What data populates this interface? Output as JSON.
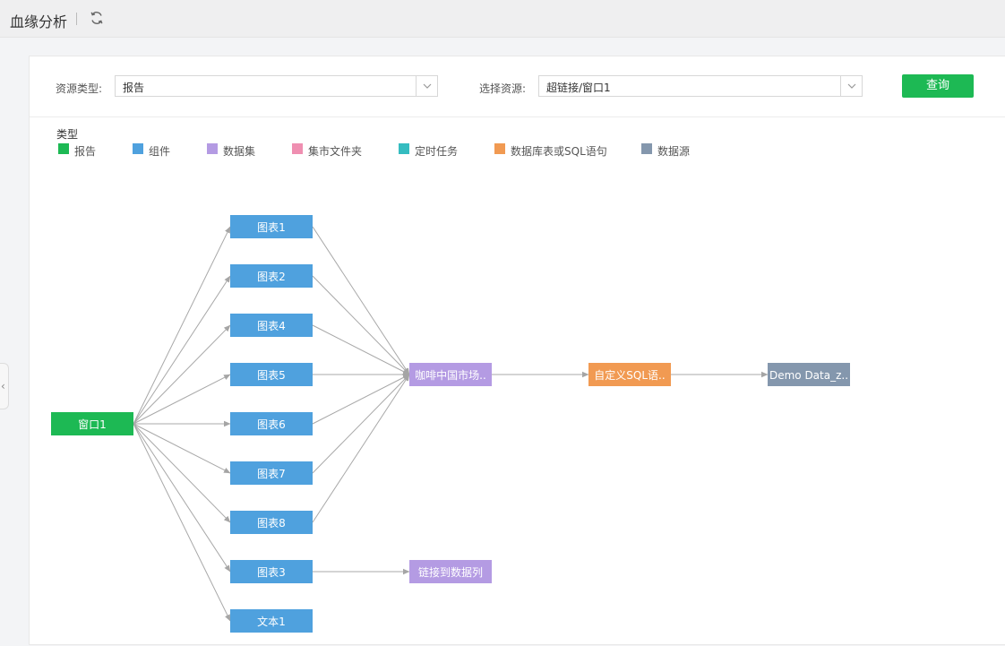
{
  "header": {
    "title": "血缘分析",
    "refresh_icon": "refresh-icon"
  },
  "filters": {
    "resource_type_label": "资源类型:",
    "resource_type_value": "报告",
    "resource_label": "选择资源:",
    "resource_value": "超链接/窗口1",
    "query_button": "查询"
  },
  "legend": {
    "title": "类型",
    "items": [
      {
        "label": "报告",
        "color": "#1db954"
      },
      {
        "label": "组件",
        "color": "#4fa1de"
      },
      {
        "label": "数据集",
        "color": "#b49be3"
      },
      {
        "label": "集市文件夹",
        "color": "#ef8fb1"
      },
      {
        "label": "定时任务",
        "color": "#35bcc0"
      },
      {
        "label": "数据库表或SQL语句",
        "color": "#f19a52"
      },
      {
        "label": "数据源",
        "color": "#8497ad"
      }
    ]
  },
  "graph": {
    "nodes": [
      {
        "id": "n_root",
        "label": "窗口1",
        "type": 0
      },
      {
        "id": "n_c1",
        "label": "图表1",
        "type": 1
      },
      {
        "id": "n_c2",
        "label": "图表2",
        "type": 1
      },
      {
        "id": "n_c4",
        "label": "图表4",
        "type": 1
      },
      {
        "id": "n_c5",
        "label": "图表5",
        "type": 1
      },
      {
        "id": "n_c6",
        "label": "图表6",
        "type": 1
      },
      {
        "id": "n_c7",
        "label": "图表7",
        "type": 1
      },
      {
        "id": "n_c8",
        "label": "图表8",
        "type": 1
      },
      {
        "id": "n_c3",
        "label": "图表3",
        "type": 1
      },
      {
        "id": "n_t1",
        "label": "文本1",
        "type": 1
      },
      {
        "id": "n_ds1",
        "label": "咖啡中国市场..",
        "type": 2
      },
      {
        "id": "n_ds2",
        "label": "链接到数据列",
        "type": 2
      },
      {
        "id": "n_sql",
        "label": "自定义SQL语..",
        "type": 5
      },
      {
        "id": "n_src",
        "label": "Demo Data_z..",
        "type": 6
      }
    ],
    "edges": [
      [
        "n_root",
        "n_c1"
      ],
      [
        "n_root",
        "n_c2"
      ],
      [
        "n_root",
        "n_c4"
      ],
      [
        "n_root",
        "n_c5"
      ],
      [
        "n_root",
        "n_c6"
      ],
      [
        "n_root",
        "n_c7"
      ],
      [
        "n_root",
        "n_c8"
      ],
      [
        "n_root",
        "n_c3"
      ],
      [
        "n_root",
        "n_t1"
      ],
      [
        "n_c1",
        "n_ds1"
      ],
      [
        "n_c2",
        "n_ds1"
      ],
      [
        "n_c4",
        "n_ds1"
      ],
      [
        "n_c5",
        "n_ds1"
      ],
      [
        "n_c6",
        "n_ds1"
      ],
      [
        "n_c7",
        "n_ds1"
      ],
      [
        "n_c8",
        "n_ds1"
      ],
      [
        "n_c3",
        "n_ds2"
      ],
      [
        "n_ds1",
        "n_sql"
      ],
      [
        "n_sql",
        "n_src"
      ]
    ]
  }
}
